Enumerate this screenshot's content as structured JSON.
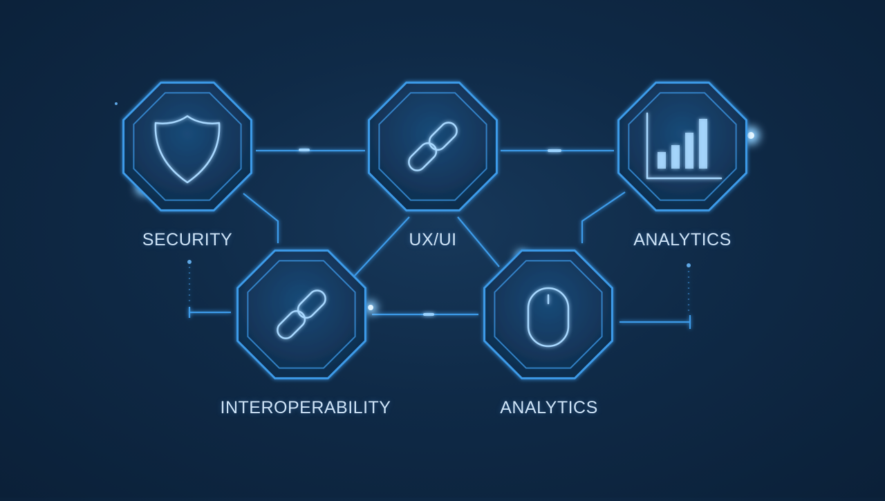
{
  "palette": {
    "background": "#0f2a47",
    "line": "#3d9be9",
    "glow": "#8fd0ff",
    "label": "#cfe4f7"
  },
  "nodes": [
    {
      "id": "security",
      "label": "SECURITY",
      "icon": "shield-icon"
    },
    {
      "id": "ux-ui",
      "label": "UX/UI",
      "icon": "link-icon"
    },
    {
      "id": "analytics-top",
      "label": "ANALYTICS",
      "icon": "bar-chart-icon"
    },
    {
      "id": "interoperability",
      "label": "INTEROPERABILITY",
      "icon": "link-icon"
    },
    {
      "id": "analytics-bottom",
      "label": "ANALYTICS",
      "icon": "mouse-icon"
    }
  ],
  "connections": [
    [
      "security",
      "ux-ui"
    ],
    [
      "ux-ui",
      "analytics-top"
    ],
    [
      "security",
      "interoperability"
    ],
    [
      "ux-ui",
      "interoperability"
    ],
    [
      "ux-ui",
      "analytics-bottom"
    ],
    [
      "interoperability",
      "analytics-bottom"
    ],
    [
      "analytics-top",
      "analytics-bottom"
    ]
  ]
}
